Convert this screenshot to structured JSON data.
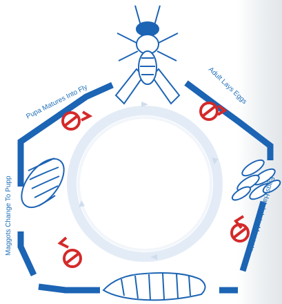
{
  "diagram": {
    "title": "",
    "labels": {
      "adult_lays_eggs": "Adult Lays Eggs",
      "eggs_hatch": "Eggs Hatch Into Maggots",
      "maggots_change": "Maggots Change To Puppa",
      "pupa_matures": "Pupa Matures Into Fly"
    },
    "stages": [
      "Adult fly",
      "Eggs",
      "Maggot",
      "Pupa"
    ],
    "colors": {
      "line": "#1c64b4",
      "inner_ring": "#e3ecf6",
      "stop_red": "#d42a2a"
    },
    "icons": [
      "stop-icon",
      "chevron-arrow-icon"
    ]
  }
}
